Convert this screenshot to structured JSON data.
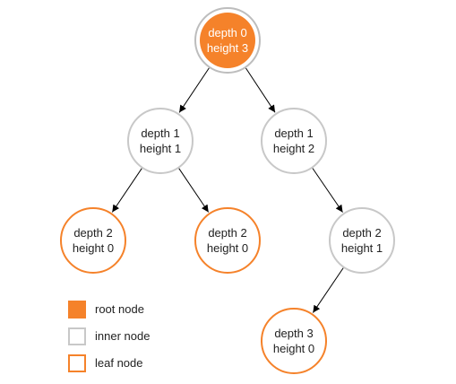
{
  "colors": {
    "root_fill": "#F5822A",
    "root_ring": "#BDBDBD",
    "inner_stroke": "#C8C8C8",
    "leaf_stroke": "#F5822A",
    "edge": "#000000",
    "text_dark": "#222222",
    "text_light": "#FFFFFF"
  },
  "nodes": [
    {
      "id": "n0",
      "type": "root",
      "depth_label": "depth 0",
      "height_label": "height 3"
    },
    {
      "id": "n1",
      "type": "inner",
      "depth_label": "depth 1",
      "height_label": "height 1"
    },
    {
      "id": "n2",
      "type": "inner",
      "depth_label": "depth 1",
      "height_label": "height 2"
    },
    {
      "id": "n3",
      "type": "leaf",
      "depth_label": "depth 2",
      "height_label": "height 0"
    },
    {
      "id": "n4",
      "type": "leaf",
      "depth_label": "depth 2",
      "height_label": "height 0"
    },
    {
      "id": "n5",
      "type": "inner",
      "depth_label": "depth 2",
      "height_label": "height 1"
    },
    {
      "id": "n6",
      "type": "leaf",
      "depth_label": "depth 3",
      "height_label": "height 0"
    }
  ],
  "edges": [
    {
      "from": "n0",
      "to": "n1"
    },
    {
      "from": "n0",
      "to": "n2"
    },
    {
      "from": "n1",
      "to": "n3"
    },
    {
      "from": "n1",
      "to": "n4"
    },
    {
      "from": "n2",
      "to": "n5"
    },
    {
      "from": "n5",
      "to": "n6"
    }
  ],
  "legend": {
    "root": "root node",
    "inner": "inner node",
    "leaf": "leaf node"
  }
}
